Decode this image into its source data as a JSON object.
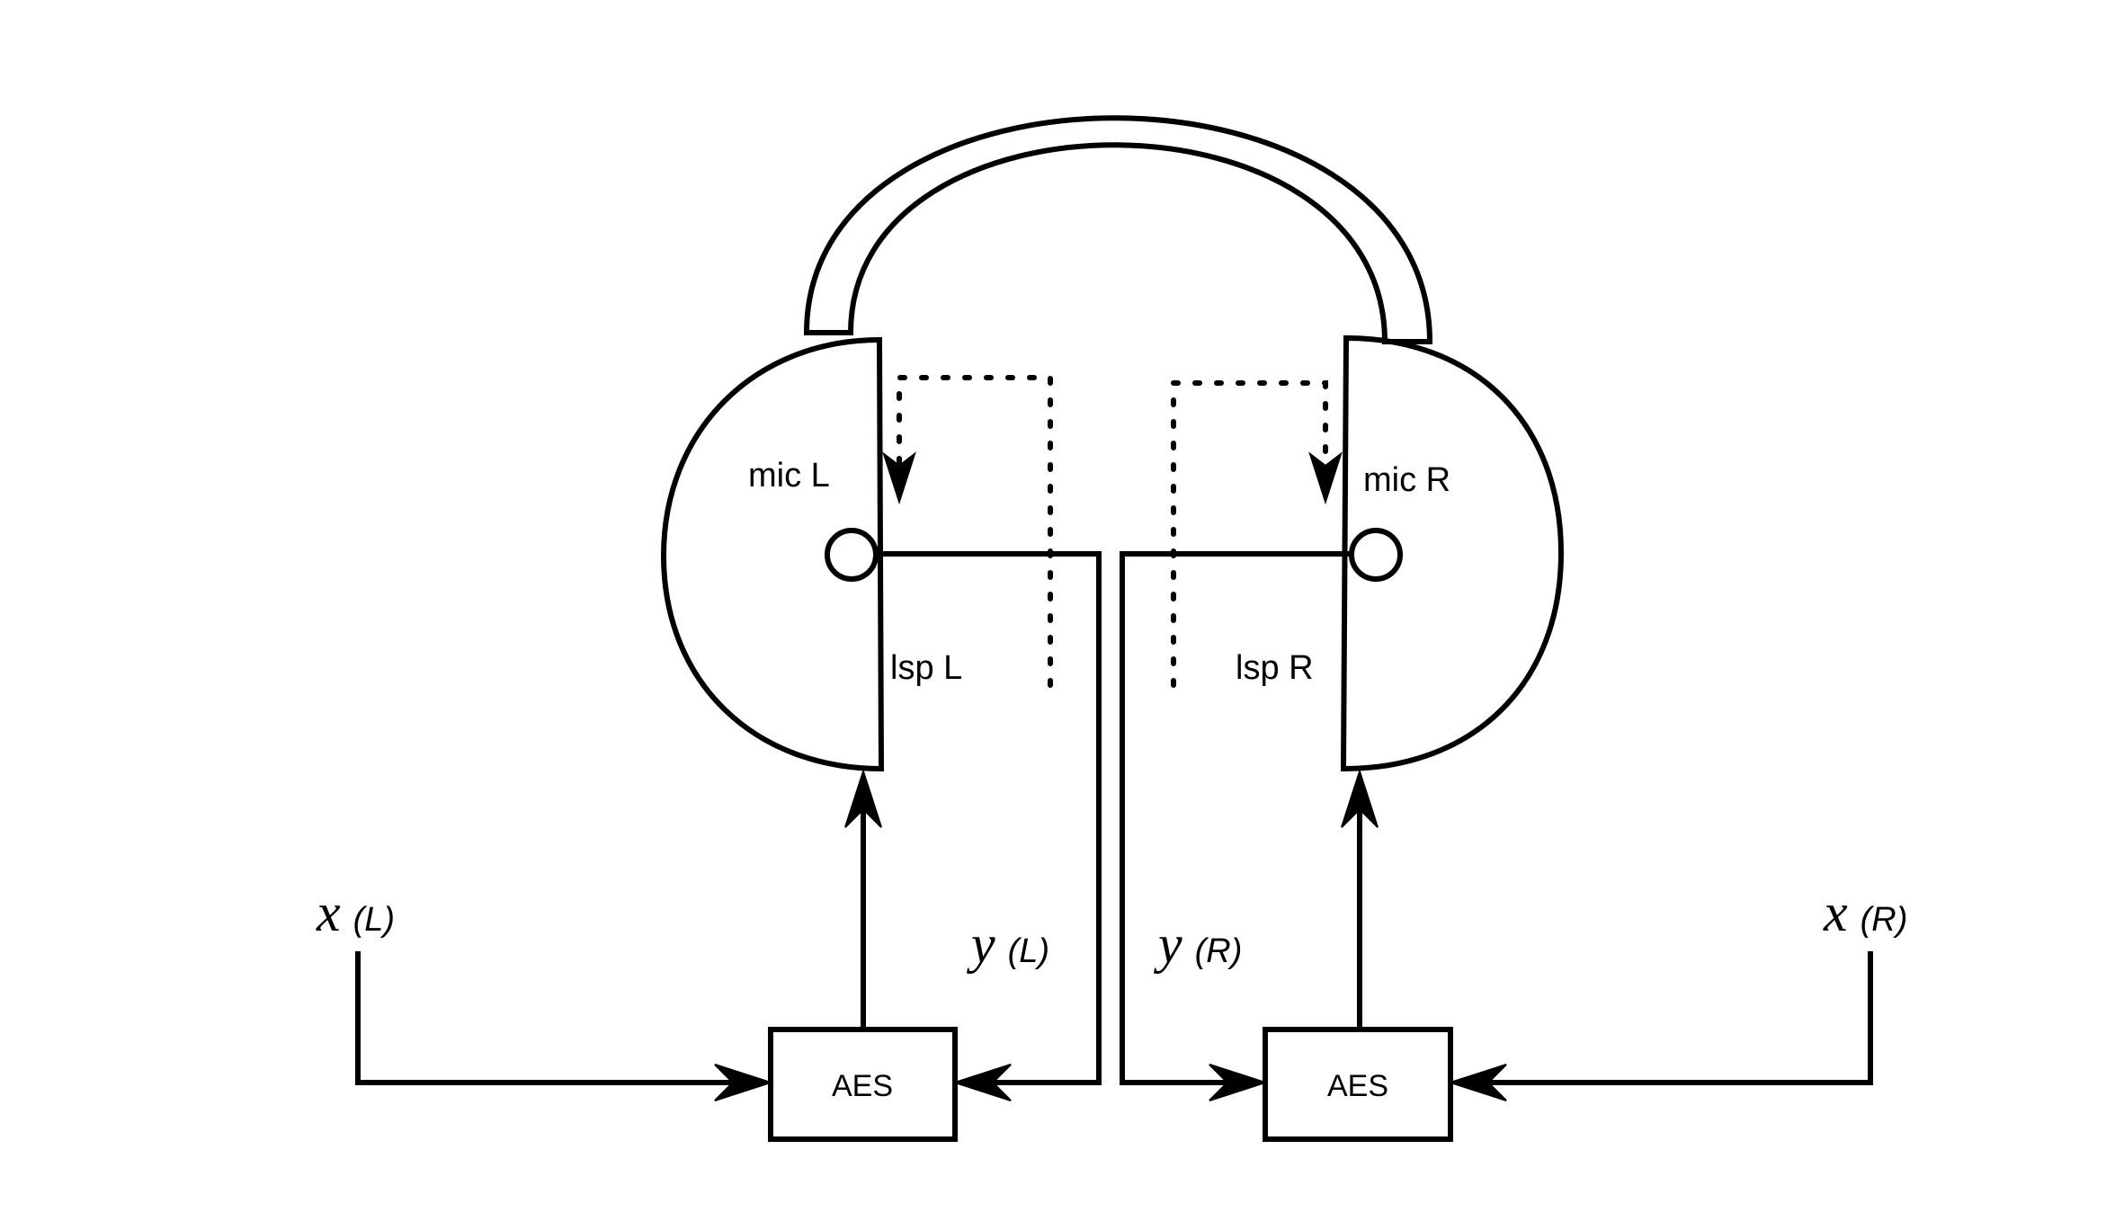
{
  "labels": {
    "mic_left": "mic L",
    "mic_right": "mic R",
    "lsp_left": "lsp L",
    "lsp_right": "lsp R",
    "aes_left": "AES",
    "aes_right": "AES"
  },
  "signals": {
    "x_left": {
      "symbol": "x",
      "sub": "(L)"
    },
    "x_right": {
      "symbol": "x",
      "sub": "(R)"
    },
    "y_left": {
      "symbol": "y",
      "sub": "(L)"
    },
    "y_right": {
      "symbol": "y",
      "sub": "(R)"
    }
  }
}
